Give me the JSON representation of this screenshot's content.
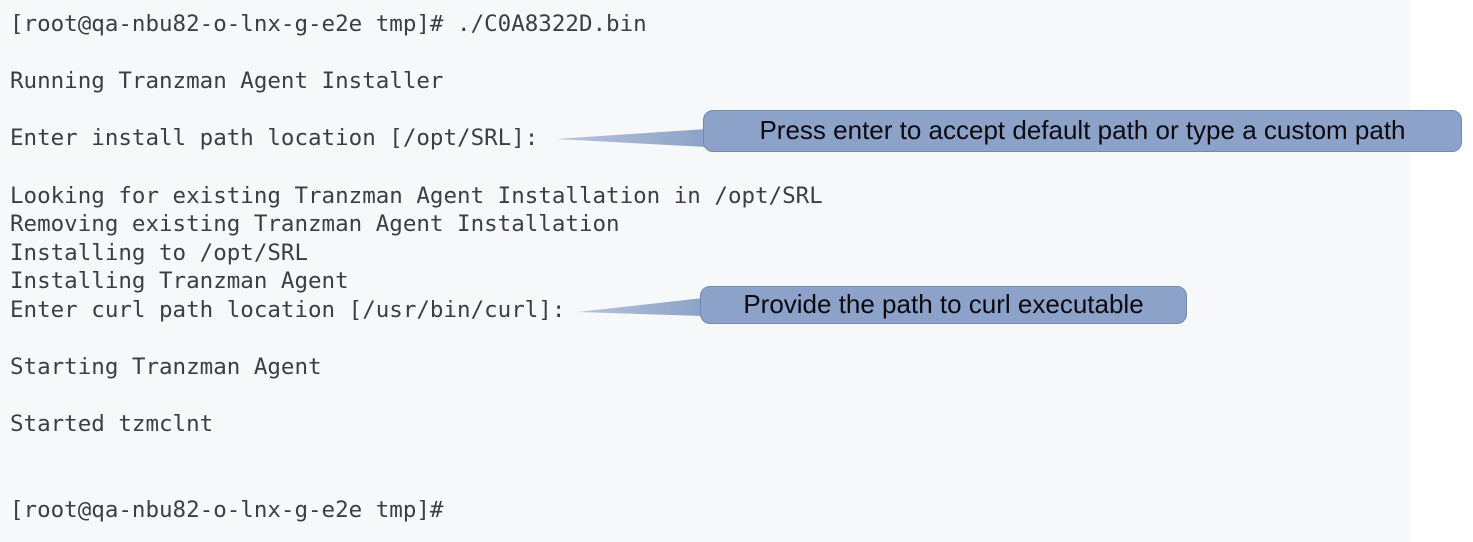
{
  "terminal": {
    "background_color": "#f7f8f9",
    "text_color": "#3a3e45",
    "lines": [
      "[root@qa-nbu82-o-lnx-g-e2e tmp]# ./C0A8322D.bin",
      "",
      "Running Tranzman Agent Installer",
      "",
      "Enter install path location [/opt/SRL]:",
      "",
      "Looking for existing Tranzman Agent Installation in /opt/SRL",
      "Removing existing Tranzman Agent Installation",
      "Installing to /opt/SRL",
      "Installing Tranzman Agent",
      "Enter curl path location [/usr/bin/curl]:",
      "",
      "Starting Tranzman Agent",
      "",
      "Started tzmclnt",
      "",
      "",
      "[root@qa-nbu82-o-lnx-g-e2e tmp]#"
    ]
  },
  "callouts": {
    "fill_color": "#8ca2c8",
    "border_color": "#7289b4",
    "text_color": "#0a0a10",
    "install_path": {
      "label": "Press enter to accept default path or type a custom path"
    },
    "curl_path": {
      "label": "Provide the path to curl executable"
    }
  }
}
